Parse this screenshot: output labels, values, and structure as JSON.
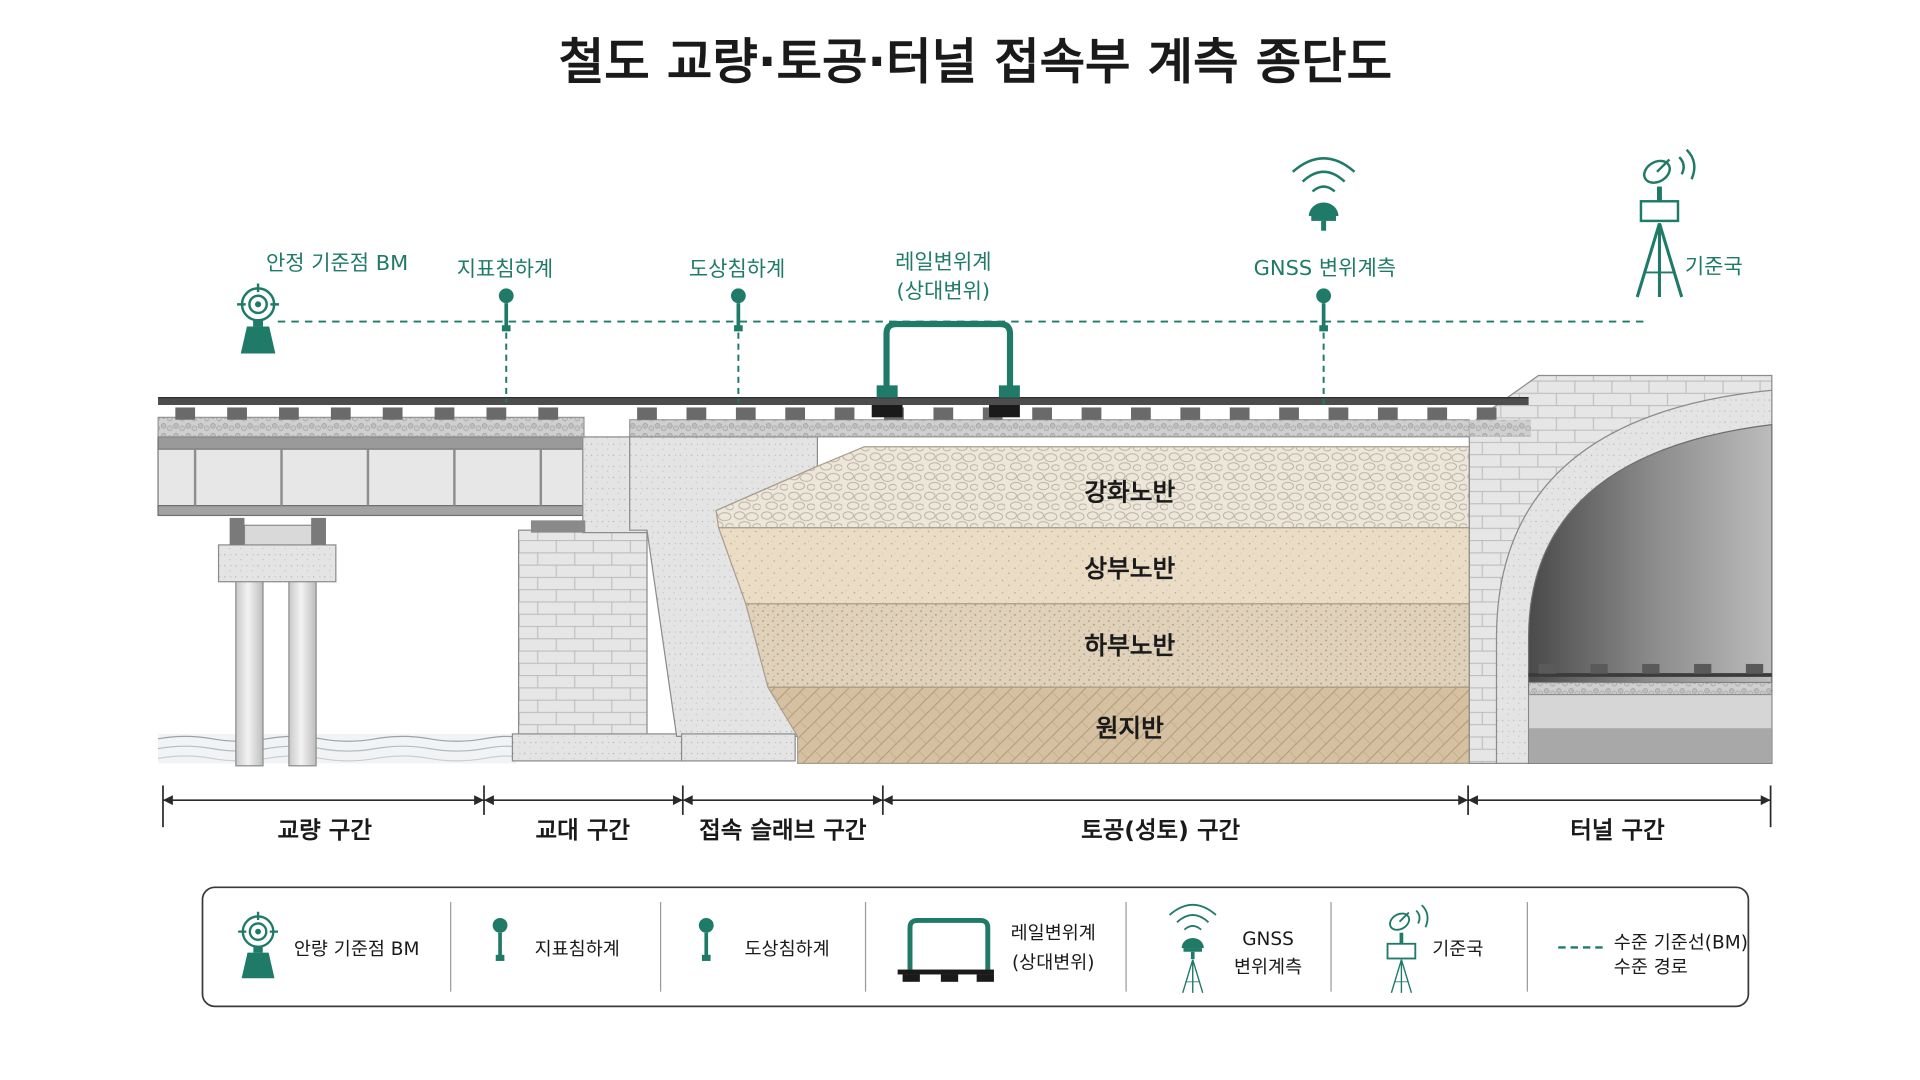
{
  "title": "철도 교량·토공·터널 접속부 계측 종단도",
  "instruments": [
    {
      "label": "안정 기준점 BM",
      "icon": "benchmark-target-icon"
    },
    {
      "label": "지표침하계",
      "icon": "surface-settlement-gauge-icon"
    },
    {
      "label": "도상침하계",
      "icon": "ballast-settlement-gauge-icon"
    },
    {
      "label": "레일변위계",
      "label2": "(상대변위)",
      "icon": "rail-displacement-gauge-icon"
    },
    {
      "label": "GNSS 변위계측",
      "icon": "gnss-receiver-icon"
    },
    {
      "label": "기준국",
      "icon": "base-station-antenna-icon"
    }
  ],
  "layers": [
    "강화노반",
    "상부노반",
    "하부노반",
    "원지반"
  ],
  "sections": [
    "교량 구간",
    "교대 구간",
    "접속 슬래브 구간",
    "토공(성토) 구간",
    "터널 구간"
  ],
  "legend": {
    "items": [
      {
        "label": "안량 기준점 BM",
        "icon": "benchmark-target-icon"
      },
      {
        "label": "지표침하계",
        "icon": "surface-settlement-gauge-icon"
      },
      {
        "label": "도상침하계",
        "icon": "ballast-settlement-gauge-icon"
      },
      {
        "label": "레일변위계",
        "label2": "(상대변위)",
        "icon": "rail-displacement-gauge-icon"
      },
      {
        "label": "GNSS",
        "label2": "변위계측",
        "icon": "gnss-receiver-icon"
      },
      {
        "label": "기준국",
        "icon": "base-station-antenna-icon"
      },
      {
        "label": "수준 기준선(BM)",
        "label2": "수준 경로",
        "icon": "dashed-level-line-icon"
      }
    ]
  },
  "colors": {
    "accent": "#1f7a68",
    "text": "#1a1a1a",
    "concrete": "#e3e3e3",
    "reinforced_roadbed": "#e9e1d3",
    "upper_roadbed": "#eadcc6",
    "lower_roadbed": "#e2d3bc",
    "natural_ground": "#d7c4a6"
  }
}
